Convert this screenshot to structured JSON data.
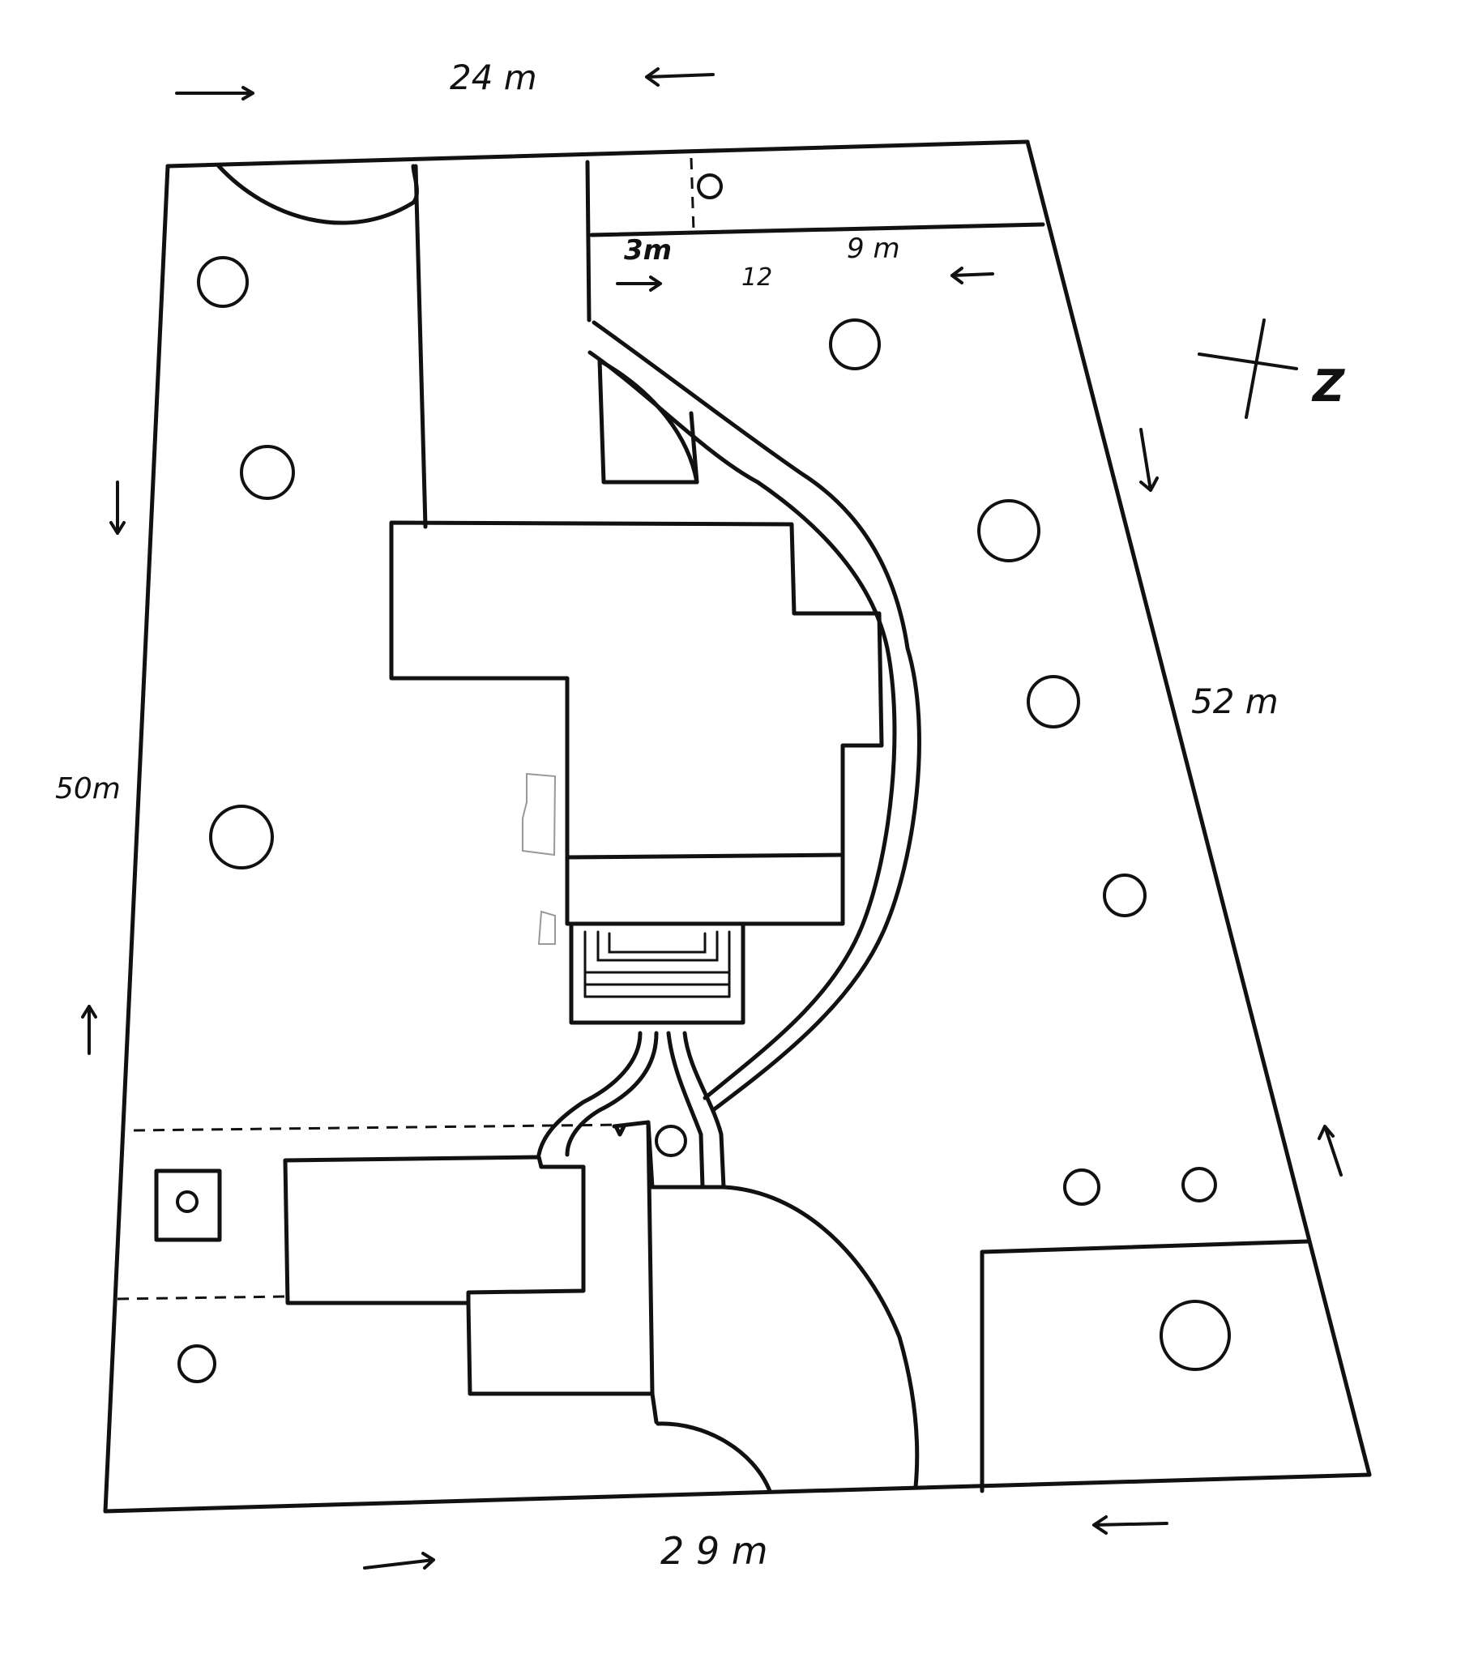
{
  "dimensions": {
    "top": "24 m",
    "bottom": "2 9 m",
    "left": "50m",
    "right": "52 m",
    "strip_left": "3m",
    "strip_middle": "12",
    "strip_right": "9 m"
  },
  "north_marker": "Z"
}
